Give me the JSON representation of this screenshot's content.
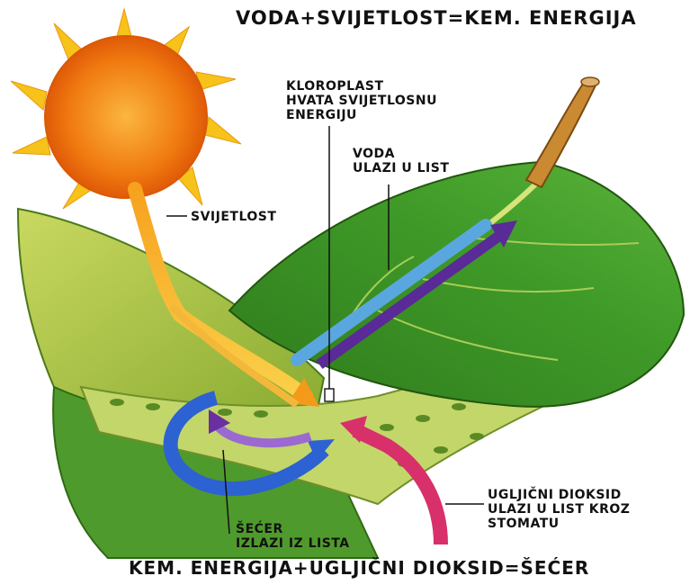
{
  "title_top": "VODA+SVIJETLOST=KEM. ENERGIJA",
  "title_bottom": "KEM. ENERGIJA+UGLJIČNI DIOKSID=ŠEĆER",
  "labels": {
    "kloroplast": "KLOROPLAST\nHVATA SVIJETLOSNU\nENERGIJU",
    "voda": "VODA\nULAZI U LIST",
    "svjetlost": "SVIJETLOST",
    "co2": "UGLJIČNI DIOKSID\nULAZI U LIST KROZ\nSTOMATU",
    "secer": "ŠEĆER\nIZLAZI IZ LISTA"
  },
  "colors": {
    "sun": "#f07a10",
    "sun_rays": "#f7c21a",
    "leaf_dark": "#3f8a22",
    "leaf_light": "#b9cc45",
    "water": "#5aa7e0",
    "light_arrow": "#f39a1a",
    "co2_arrow": "#d8306a",
    "sugar_arrow": "#6a2fa0",
    "blue_arrow": "#2d62d2"
  }
}
